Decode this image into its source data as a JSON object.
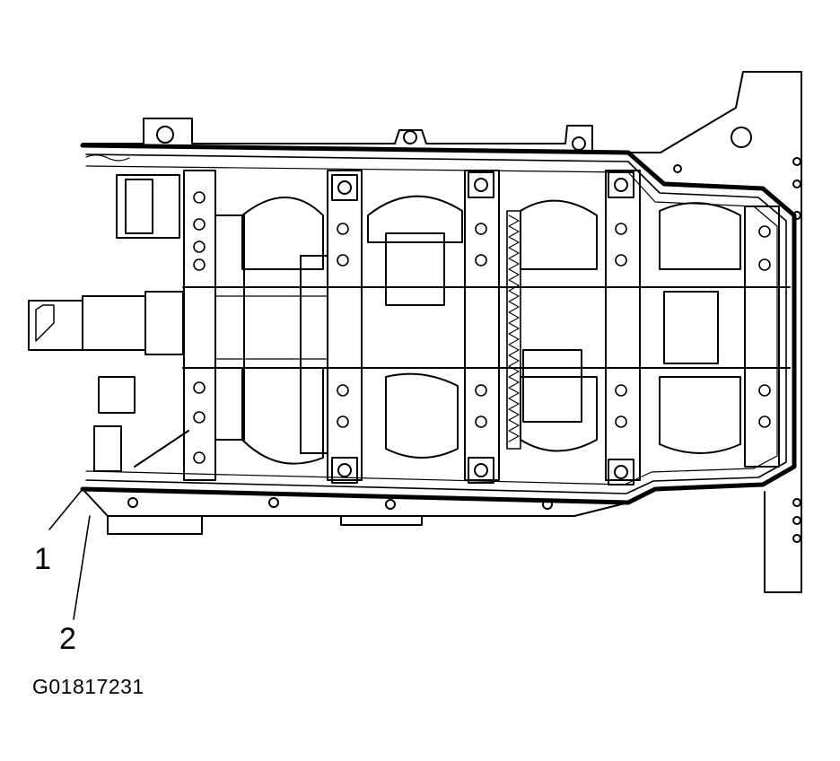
{
  "callouts": [
    {
      "number": "1"
    },
    {
      "number": "2"
    }
  ],
  "figure_id": "G01817231",
  "colors": {
    "line": "#000000",
    "background": "#ffffff"
  }
}
